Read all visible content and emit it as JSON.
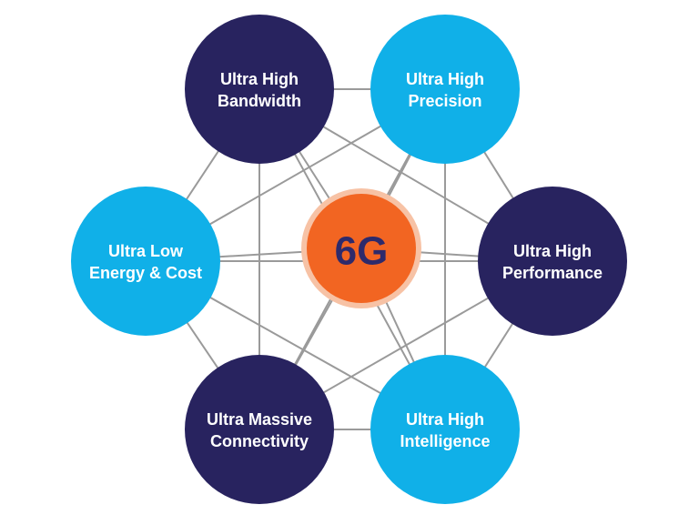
{
  "colors": {
    "dark_navy": "#28235f",
    "light_blue": "#10b0e8",
    "center_orange": "#f26522",
    "center_ring": "#f7c2a5",
    "center_text": "#2e2a6b",
    "link_gray": "#9a9a9a"
  },
  "center": {
    "label": "6G"
  },
  "nodes": [
    {
      "id": "bandwidth",
      "line1": "Ultra High",
      "line2": "Bandwidth",
      "color": "dark_navy"
    },
    {
      "id": "precision",
      "line1": "Ultra High",
      "line2": "Precision",
      "color": "light_blue"
    },
    {
      "id": "performance",
      "line1": "Ultra High",
      "line2": "Performance",
      "color": "dark_navy"
    },
    {
      "id": "intelligence",
      "line1": "Ultra High",
      "line2": "Intelligence",
      "color": "light_blue"
    },
    {
      "id": "connectivity",
      "line1": "Ultra Massive",
      "line2": "Connectivity",
      "color": "dark_navy"
    },
    {
      "id": "energy",
      "line1": "Ultra Low",
      "line2": "Energy & Cost",
      "color": "light_blue"
    }
  ]
}
